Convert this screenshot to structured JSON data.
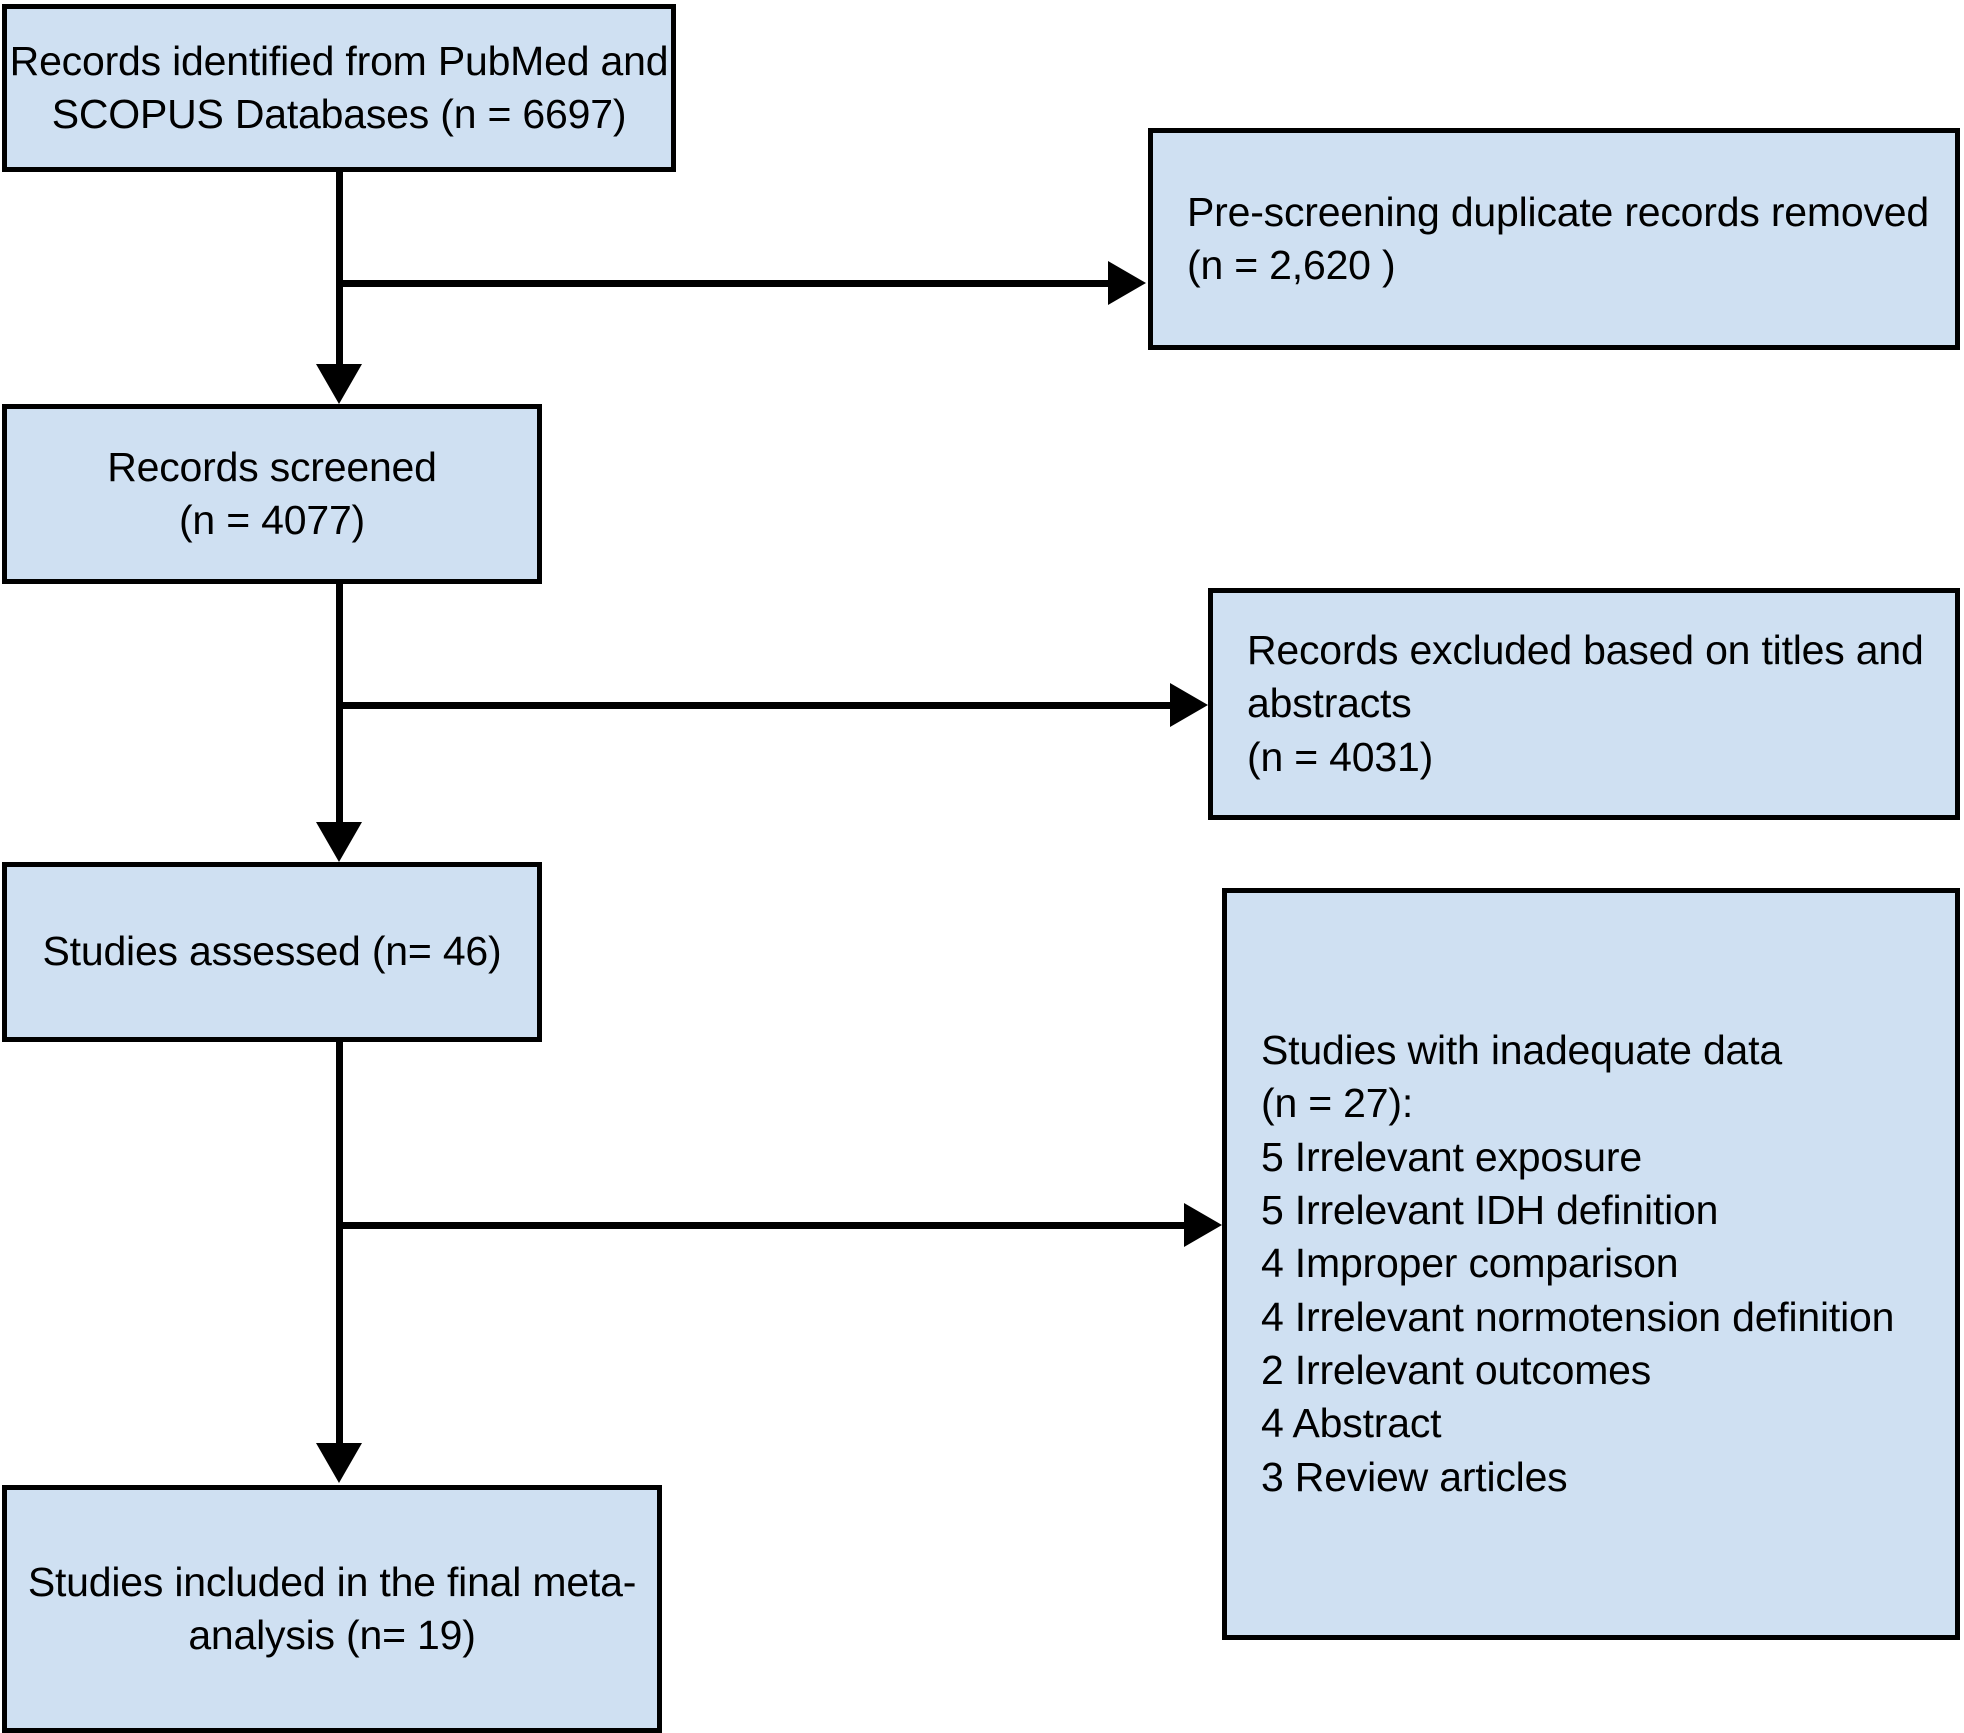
{
  "diagram": {
    "title": "PRISMA study selection flow diagram",
    "type": "flowchart",
    "colors": {
      "node_fill": "#cfe0f2",
      "node_border": "#000000",
      "connector": "#000000",
      "background": "#ffffff"
    },
    "nodes": [
      {
        "id": "identified",
        "text": "Records identified from PubMed and SCOPUS Databases (n = 6697)",
        "align": "center"
      },
      {
        "id": "duplicates-removed",
        "text": "Pre-screening duplicate records removed\n(n = 2,620 )",
        "align": "left"
      },
      {
        "id": "screened",
        "text": "Records screened\n(n = 4077)",
        "align": "center"
      },
      {
        "id": "excluded-titles-abstracts",
        "text": "Records excluded based on titles and abstracts\n(n = 4031)",
        "align": "left"
      },
      {
        "id": "assessed",
        "text": "Studies assessed (n= 46)",
        "align": "center"
      },
      {
        "id": "inadequate-data",
        "text": "Studies with inadequate data\n(n = 27):\n5 Irrelevant exposure\n5 Irrelevant IDH definition\n4 Improper comparison\n4 Irrelevant normotension definition\n2 Irrelevant outcomes\n4 Abstract\n3 Review articles",
        "align": "left"
      },
      {
        "id": "included",
        "text": "Studies included in the final meta-analysis (n= 19)",
        "align": "center"
      }
    ],
    "edges": [
      {
        "id": "identified-to-screened",
        "label": ""
      },
      {
        "id": "identified-to-duplicates",
        "label": ""
      },
      {
        "id": "screened-to-assessed",
        "label": ""
      },
      {
        "id": "screened-to-excluded",
        "label": ""
      },
      {
        "id": "assessed-to-included",
        "label": ""
      },
      {
        "id": "assessed-to-inadequate",
        "label": ""
      }
    ]
  }
}
